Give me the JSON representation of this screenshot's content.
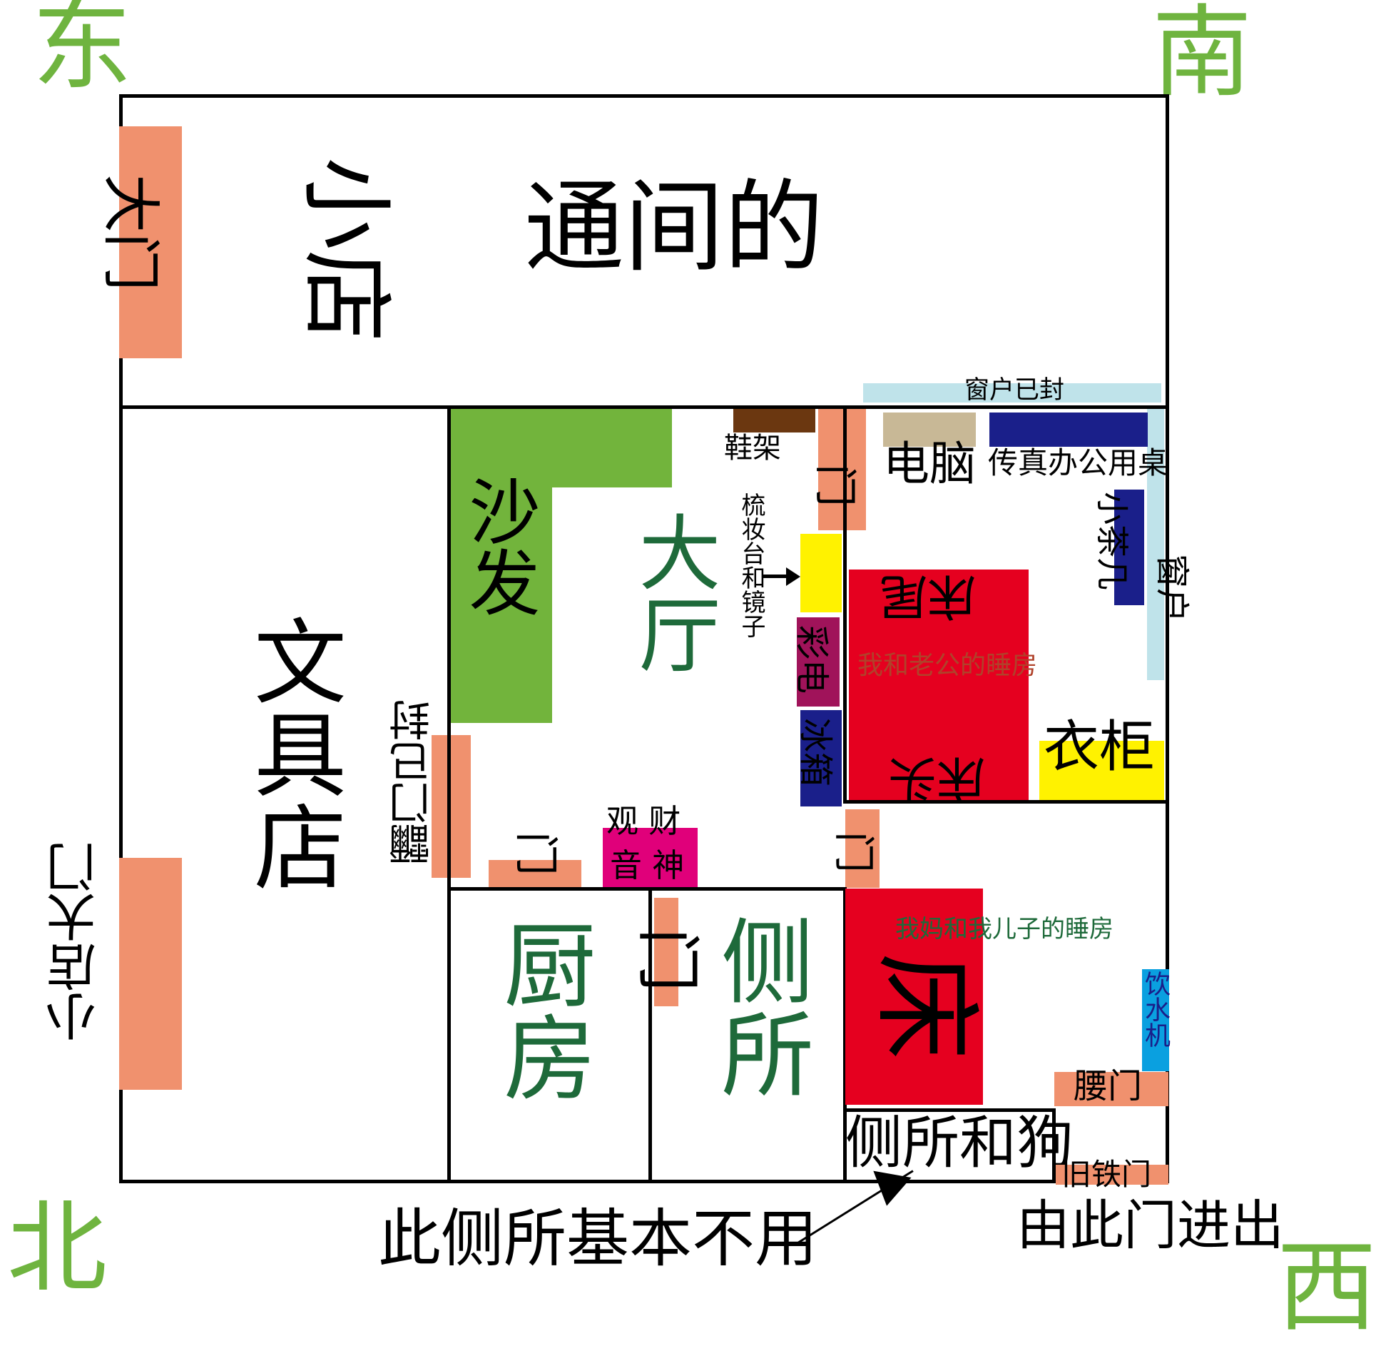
{
  "directions": {
    "east": "东",
    "south": "南",
    "north": "北",
    "west": "西"
  },
  "top_shop": {
    "small": "小店",
    "main": "通间的",
    "door": "大门"
  },
  "stationery": {
    "name": "文具店",
    "door": "小店大门",
    "ji_door": "鿨门已封"
  },
  "sofa": "沙发",
  "hall": "大厅",
  "shoe_rack": "鞋架",
  "dresser": "梳妆台和镜子",
  "door": "门",
  "window_sealed": "窗户已封",
  "window": "窗户",
  "computer": "电脑",
  "fax_desk": "传真办公用桌",
  "tea_table": "小茶几",
  "bed_tail": "床尾",
  "bed_head": "床头",
  "master_room": "我和老公的睡房",
  "tv": "彩电",
  "fridge": "冰箱",
  "wardrobe": "衣柜",
  "shrine": {
    "line1": "观 财",
    "line2": "音 神"
  },
  "kitchen": "厨房",
  "toilet": "侧所",
  "mom_room": "我妈和我儿子的睡房",
  "bed": "床",
  "water_dispenser": "饮水机",
  "waist_door": "腰门",
  "toilet_dog": "侧所和狗",
  "old_iron_door": "旧铁门",
  "enter_exit": "由此门进出",
  "toilet_unused": "此侧所基本不用",
  "colors": {
    "salmon": "#f0916e",
    "green": "#72b43c",
    "red": "#e5001f",
    "navy": "#1a1f8a",
    "yellow": "#fff200",
    "lightblue": "#bfe3ea",
    "brown": "#6b3710",
    "khaki": "#c8b896",
    "magenta": "#e0007a",
    "plum": "#a0135a",
    "sky": "#0aa0e0",
    "dir_green": "#6fb43f"
  }
}
